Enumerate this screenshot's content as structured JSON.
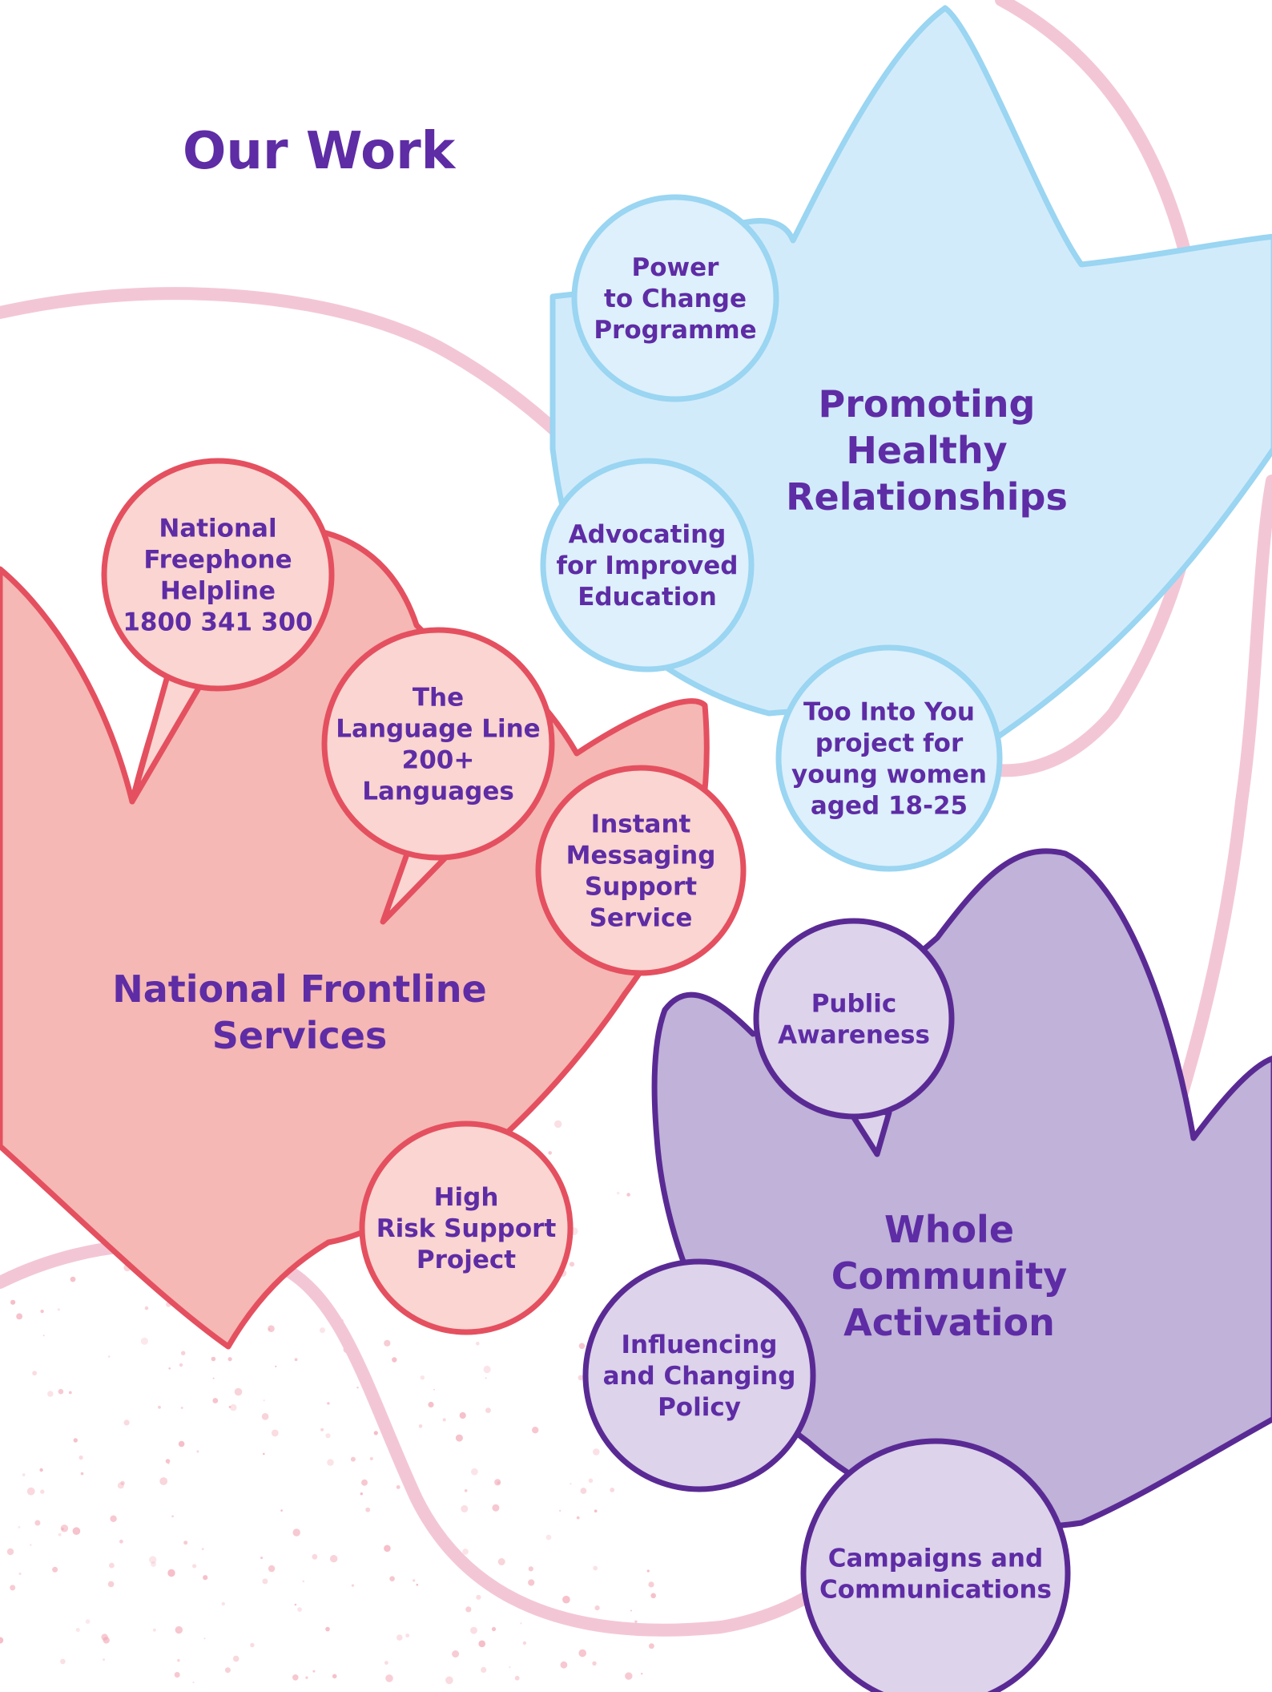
{
  "title": "Our Work",
  "colors": {
    "title": "#5e2ca5",
    "text": "#5e2ca5",
    "blue_fill": "#d2ebfa",
    "blue_stroke": "#9ad5f2",
    "red_fill": "#f5b8b4",
    "red_stroke": "#e4505f",
    "red_bubble": "#fad5d1",
    "purple_fill": "#c0b2d8",
    "purple_stroke": "#5a2a94",
    "purple_bubble": "#ddd3ea",
    "ribbon": "#f3c6d6",
    "speckle": "#f2a7b5"
  },
  "groups": [
    {
      "id": "healthy",
      "title_lines": [
        "Promoting",
        "Healthy",
        "Relationships"
      ],
      "items": [
        {
          "id": "power",
          "lines": [
            "Power",
            "to Change",
            "Programme"
          ]
        },
        {
          "id": "advocating",
          "lines": [
            "Advocating",
            "for Improved",
            "Education"
          ]
        },
        {
          "id": "too-into-you",
          "lines": [
            "Too Into You",
            "project for",
            "young women",
            "aged 18-25"
          ]
        }
      ]
    },
    {
      "id": "frontline",
      "title_lines": [
        "National Frontline",
        "Services"
      ],
      "items": [
        {
          "id": "freephone",
          "lines": [
            "National",
            "Freephone",
            "Helpline",
            "1800 341 300"
          ]
        },
        {
          "id": "language",
          "lines": [
            "The",
            "Language Line",
            "200+",
            "Languages"
          ]
        },
        {
          "id": "messaging",
          "lines": [
            "Instant",
            "Messaging",
            "Support",
            "Service"
          ]
        },
        {
          "id": "high-risk",
          "lines": [
            "High",
            "Risk Support",
            "Project"
          ]
        }
      ]
    },
    {
      "id": "community",
      "title_lines": [
        "Whole",
        "Community",
        "Activation"
      ],
      "items": [
        {
          "id": "public",
          "lines": [
            "Public",
            "Awareness"
          ]
        },
        {
          "id": "influencing",
          "lines": [
            "Influencing",
            "and Changing",
            "Policy"
          ]
        },
        {
          "id": "campaigns",
          "lines": [
            "Campaigns and",
            "Communications"
          ]
        }
      ]
    }
  ]
}
